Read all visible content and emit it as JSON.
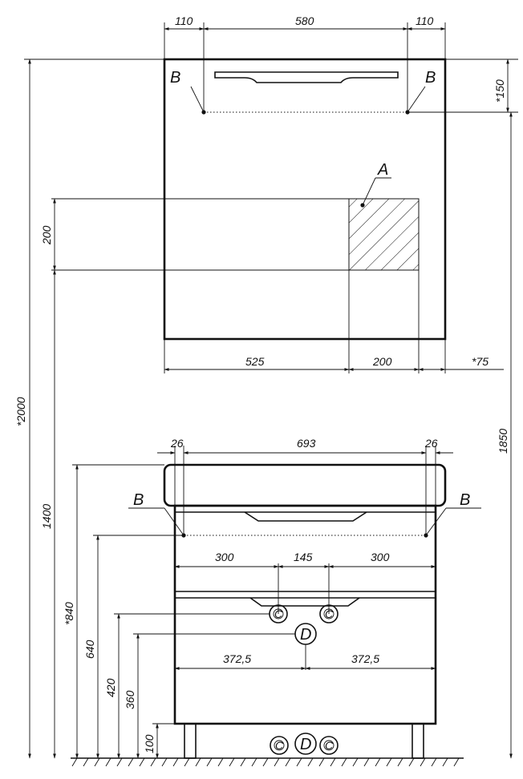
{
  "mirror": {
    "dims_top": [
      "110",
      "580",
      "110"
    ],
    "dim_150": "*150",
    "dim_200_side": "200",
    "dims_bottom": [
      "525",
      "200",
      "*75"
    ],
    "label_a": "A",
    "label_b": "B"
  },
  "overall": {
    "total_height": "*2000",
    "mirror_height": "1400",
    "right_height": "1850"
  },
  "cabinet": {
    "dims_top": [
      "26",
      "693",
      "26"
    ],
    "dims_middle": [
      "300",
      "145",
      "300"
    ],
    "dims_lower": [
      "372,5",
      "372,5"
    ],
    "heights": [
      "*840",
      "640",
      "420",
      "360",
      "100"
    ],
    "label_b": "B",
    "label_c": "C",
    "label_d": "D"
  }
}
